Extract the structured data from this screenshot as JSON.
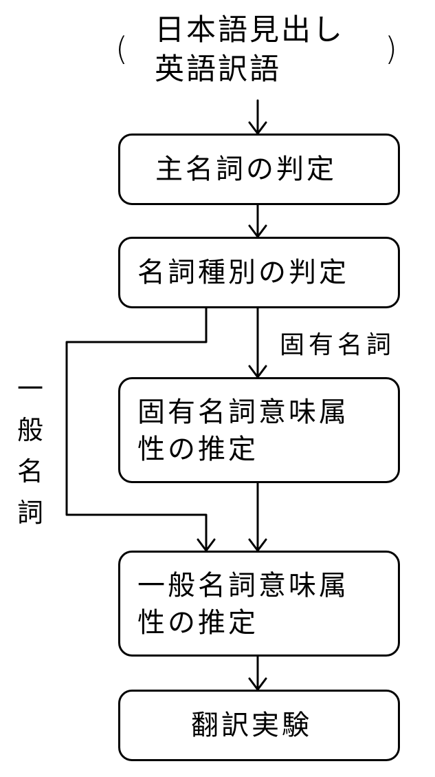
{
  "input": {
    "line1": "日本語見出し",
    "line2": "英語訳語"
  },
  "boxes": {
    "main_noun": "主名詞の判定",
    "noun_type": "名詞種別の判定",
    "proper_attr_line1": "固有名詞意味属",
    "proper_attr_line2": "性の推定",
    "general_attr_line1": "一般名詞意味属",
    "general_attr_line2": "性の推定",
    "translation_experiment": "翻訳実験"
  },
  "labels": {
    "proper_noun_branch": "固有名詞",
    "general_noun_branch": [
      "一",
      "般",
      "名",
      "詞"
    ]
  }
}
